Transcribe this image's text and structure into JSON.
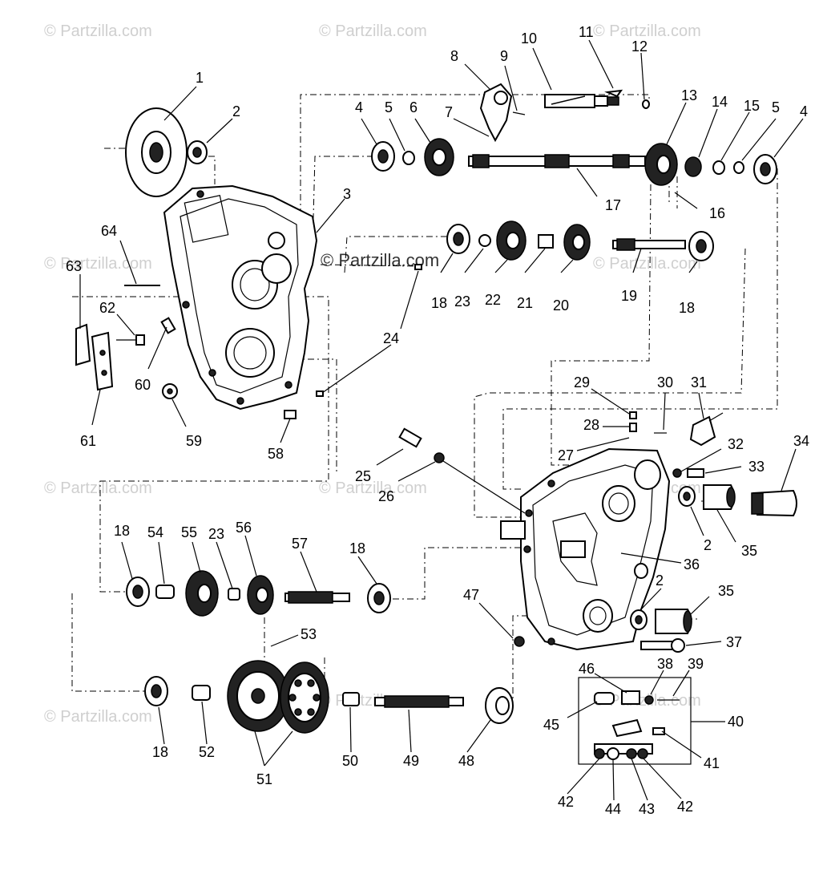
{
  "watermarks": [
    "© Partzilla.com",
    "© Partzilla.com",
    "© Partzilla.com",
    "© Partzilla.com",
    "© Partzilla.com",
    "© Partzilla.com",
    "© Partzilla.com",
    "© Partzilla.com",
    "© Partzilla.com",
    "© Partzilla.com",
    "© Partzilla.com"
  ],
  "center_watermark": "© Partzilla.com",
  "callouts": [
    "1",
    "2",
    "3",
    "4",
    "5",
    "6",
    "7",
    "8",
    "9",
    "10",
    "11",
    "12",
    "13",
    "14",
    "15",
    "5",
    "4",
    "16",
    "17",
    "18",
    "23",
    "22",
    "21",
    "20",
    "19",
    "18",
    "64",
    "63",
    "62",
    "60",
    "61",
    "59",
    "58",
    "24",
    "29",
    "30",
    "31",
    "28",
    "27",
    "32",
    "33",
    "34",
    "25",
    "26",
    "2",
    "35",
    "36",
    "18",
    "54",
    "55",
    "23",
    "56",
    "57",
    "18",
    "47",
    "2",
    "35",
    "37",
    "53",
    "46",
    "38",
    "39",
    "45",
    "40",
    "41",
    "18",
    "52",
    "51",
    "50",
    "49",
    "48",
    "42",
    "44",
    "43",
    "42"
  ]
}
